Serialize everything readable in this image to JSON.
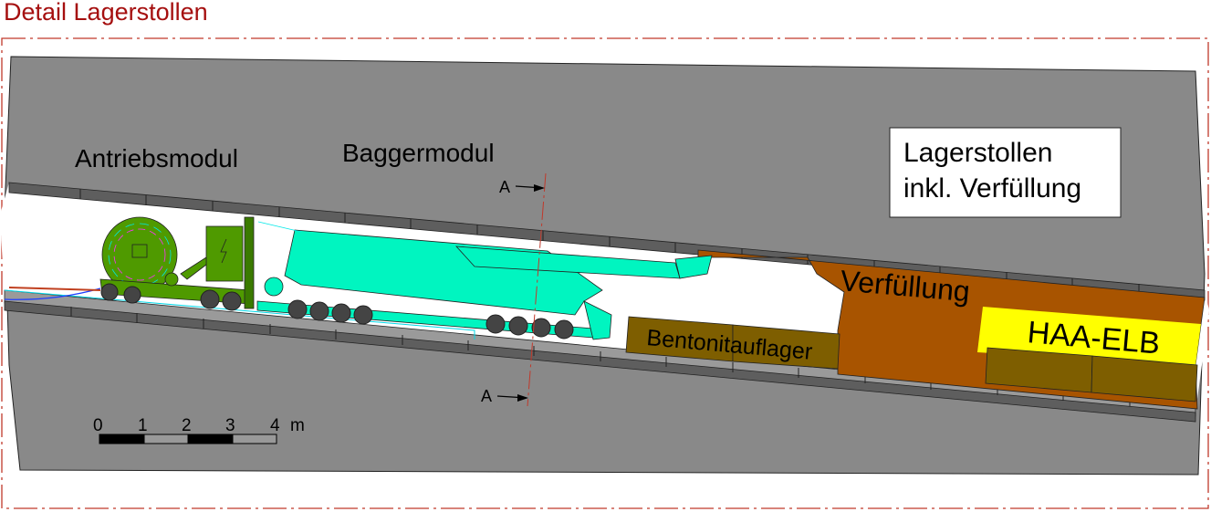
{
  "title": "Detail Lagerstollen",
  "labels": {
    "antriebsmodul": "Antriebsmodul",
    "baggermodul": "Baggermodul",
    "lagerstollen_line1": "Lagerstollen",
    "lagerstollen_line2": "inkl. Verfüllung",
    "verfuellung": "Verfüllung",
    "haa_elb": "HAA-ELB",
    "bentonitauflager": "Bentonitauflager"
  },
  "section": {
    "top": "A",
    "bottom": "A"
  },
  "scale_bar": {
    "ticks": [
      "0",
      "1",
      "2",
      "3",
      "4"
    ],
    "unit": "m"
  },
  "colors": {
    "frame": "#c0392b",
    "title": "#a50f0f",
    "rock": "#898989",
    "lining": "#5e5e5e",
    "drive_module": "#4f9a00",
    "excavator_module": "#00f5c0",
    "backfill": "#a85400",
    "bentonite": "#7e5e00",
    "haa_elb": "#ffff00"
  }
}
